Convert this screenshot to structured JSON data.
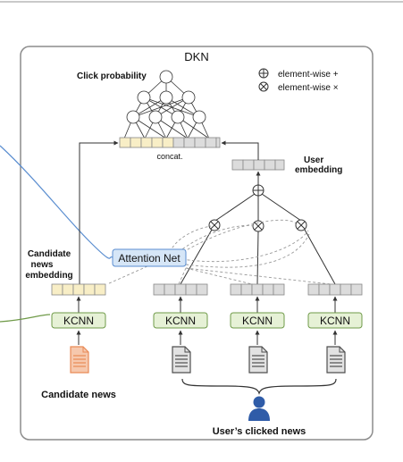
{
  "diagram": {
    "title": "DKN",
    "click_probability": "Click probability",
    "legend": {
      "plus_label": "element-wise +",
      "times_label": "element-wise ×"
    },
    "concat": "concat.",
    "user_embedding": [
      "User",
      "embedding"
    ],
    "candidate_embedding": [
      "Candidate",
      "news",
      "embedding"
    ],
    "attention_net": "Attention Net",
    "kcnn": "KCNN",
    "candidate_news": "Candidate news",
    "users_clicked_news": "User’s clicked news",
    "colors": {
      "frame": "#8c8c8c",
      "yellow_cell": "#f8eec6",
      "gray_cell": "#dcdcdc",
      "kcnn_fill": "#e6f1d6",
      "kcnn_stroke": "#6f9a48",
      "attention_fill": "#d6e6f7",
      "attention_stroke": "#5b8ed0",
      "blue_link": "#5b8ed0",
      "green_link": "#6f9a48",
      "candidate_doc": "#e98a56",
      "clicked_doc": "#4f4f4f",
      "user_icon": "#2f5ca8"
    }
  }
}
